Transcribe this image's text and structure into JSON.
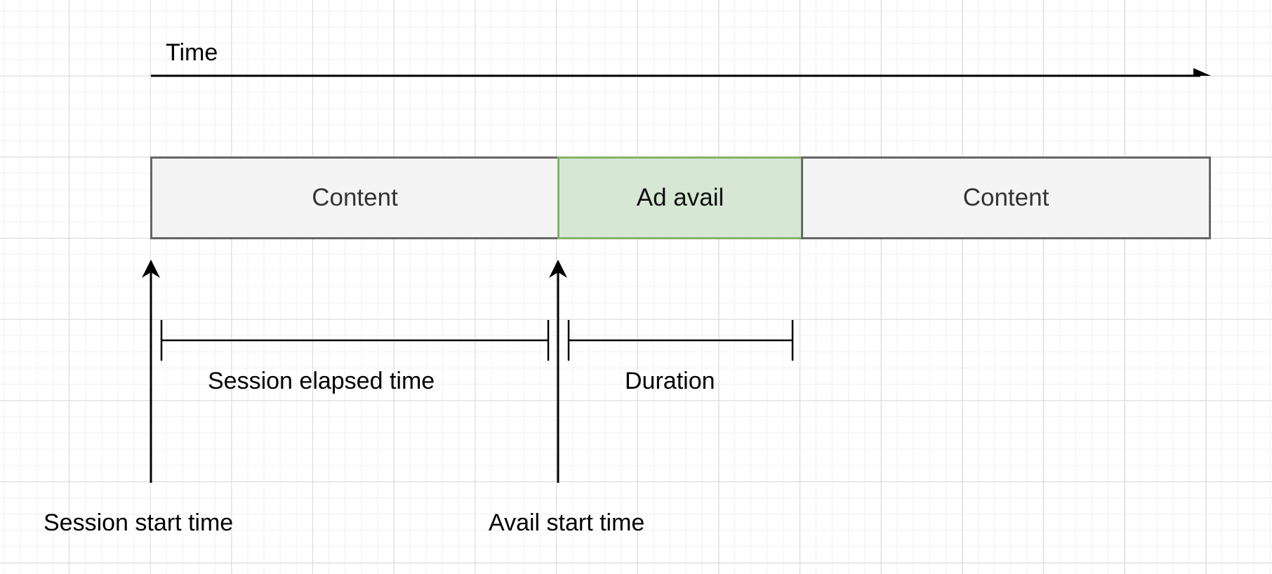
{
  "diagram": {
    "axis_label": "Time",
    "segments": [
      {
        "label": "Content",
        "kind": "content"
      },
      {
        "label": "Ad avail",
        "kind": "ad"
      },
      {
        "label": "Content",
        "kind": "content"
      }
    ],
    "intervals": {
      "elapsed_label": "Session elapsed time",
      "duration_label": "Duration"
    },
    "markers": {
      "session_start_label": "Session start time",
      "avail_start_label": "Avail start time"
    }
  },
  "colors": {
    "content_fill": "#f4f4f4",
    "content_stroke": "#666666",
    "ad_fill": "#d6e7d4",
    "ad_stroke": "#82b366",
    "line": "#000000"
  }
}
